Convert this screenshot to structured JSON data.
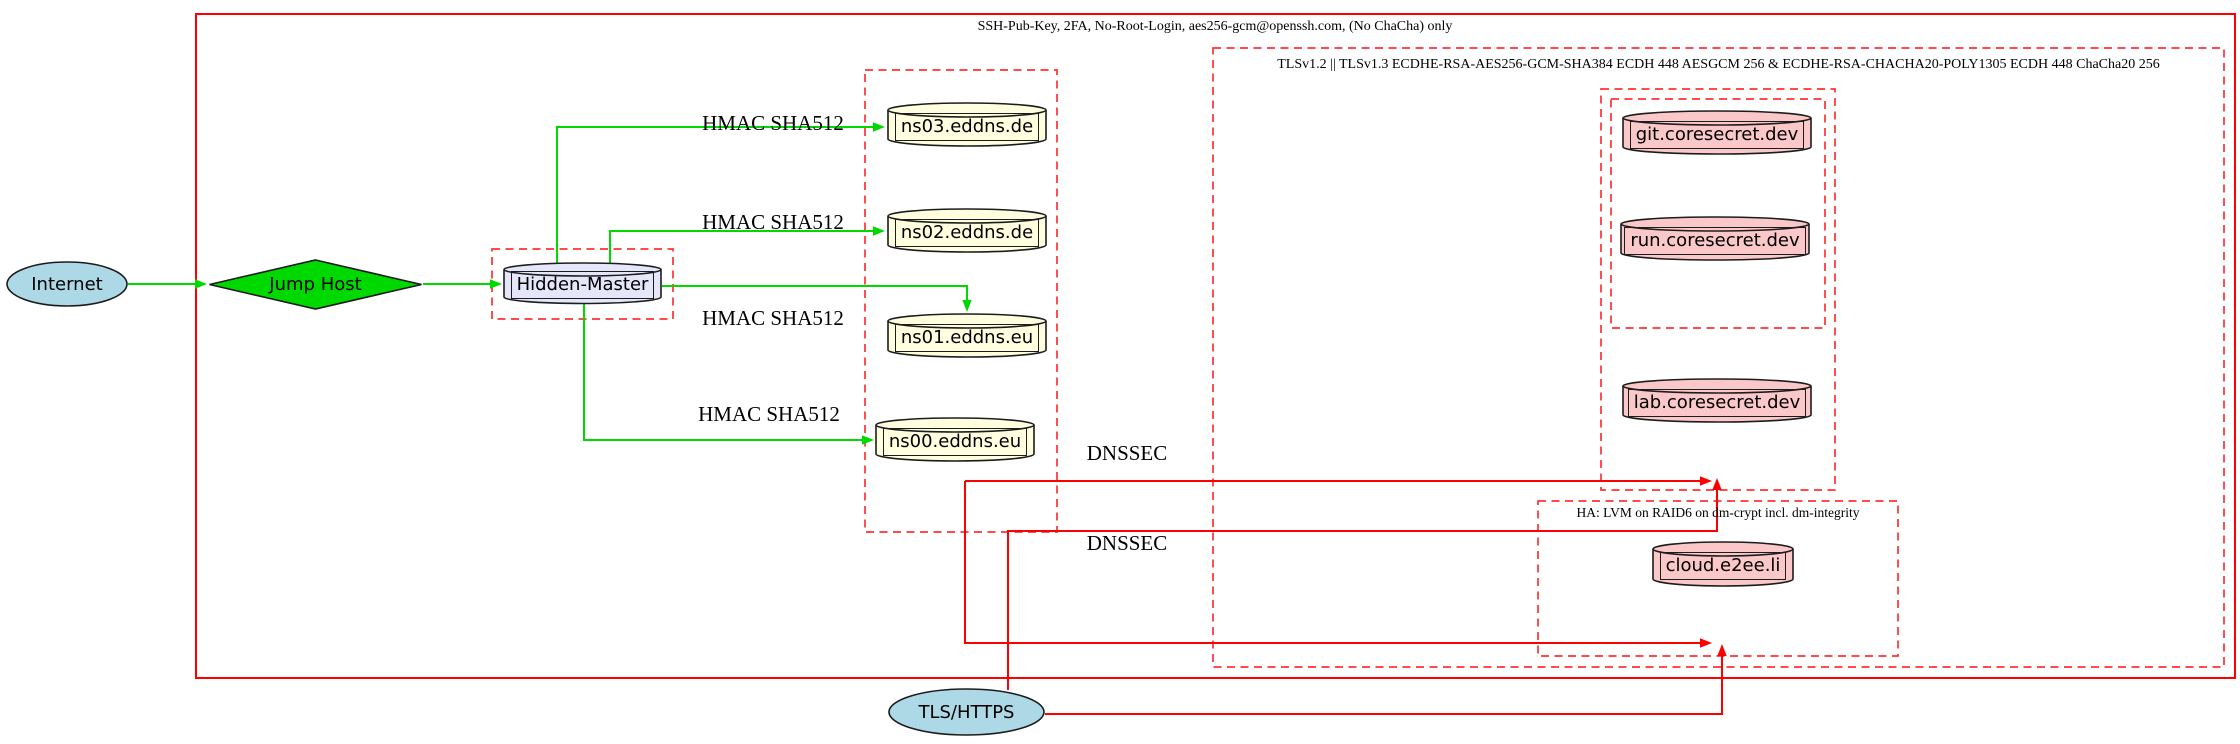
{
  "clusters": {
    "ssh_label": "SSH-Pub-Key, 2FA, No-Root-Login, aes256-gcm@openssh.com, (No ChaCha) only",
    "tls_label": "TLSv1.2 || TLSv1.3 ECDHE-RSA-AES256-GCM-SHA384 ECDH 448 AESGCM 256 & ECDHE-RSA-CHACHA20-POLY1305 ECDH 448 ChaCha20 256",
    "ha_label": "HA: LVM on RAID6 on dm-crypt incl. dm-integrity"
  },
  "nodes": {
    "internet": "Internet",
    "jump_host": "Jump Host",
    "hidden_master": "Hidden-Master",
    "ns03": "ns03.eddns.de",
    "ns02": "ns02.eddns.de",
    "ns01": "ns01.eddns.eu",
    "ns00": "ns00.eddns.eu",
    "git": "git.coresecret.dev",
    "run": "run.coresecret.dev",
    "lab": "lab.coresecret.dev",
    "cloud": "cloud.e2ee.li",
    "tls_https": "TLS/HTTPS"
  },
  "edges": {
    "hmac_ns03": "HMAC SHA512",
    "hmac_ns02": "HMAC SHA512",
    "hmac_ns01": "HMAC SHA512",
    "hmac_ns00": "HMAC SHA512",
    "dnssec_upper": "DNSSEC",
    "dnssec_lower": "DNSSEC"
  },
  "colors": {
    "green": "#00d900",
    "red_solid": "#ff0000",
    "red_dashed": "#ff3232",
    "lightblue": "#add8e6",
    "lavender": "#e6e6fa",
    "lightyellow": "#ffffe0",
    "pink": "#fac8c8",
    "node_border": "#1c1c1c"
  }
}
